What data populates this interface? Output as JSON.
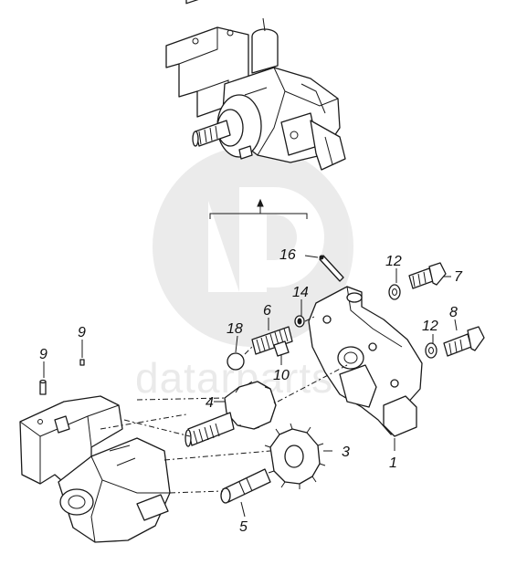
{
  "diagram": {
    "watermark": "datarparts",
    "labels": {
      "p1": "1",
      "p3": "3",
      "p4": "4",
      "p5": "5",
      "p6": "6",
      "p7": "7",
      "p8": "8",
      "p9a": "9",
      "p9b": "9",
      "p10": "10",
      "p12a": "12",
      "p12b": "12",
      "p14": "14",
      "p16": "16",
      "p18": "18"
    }
  }
}
